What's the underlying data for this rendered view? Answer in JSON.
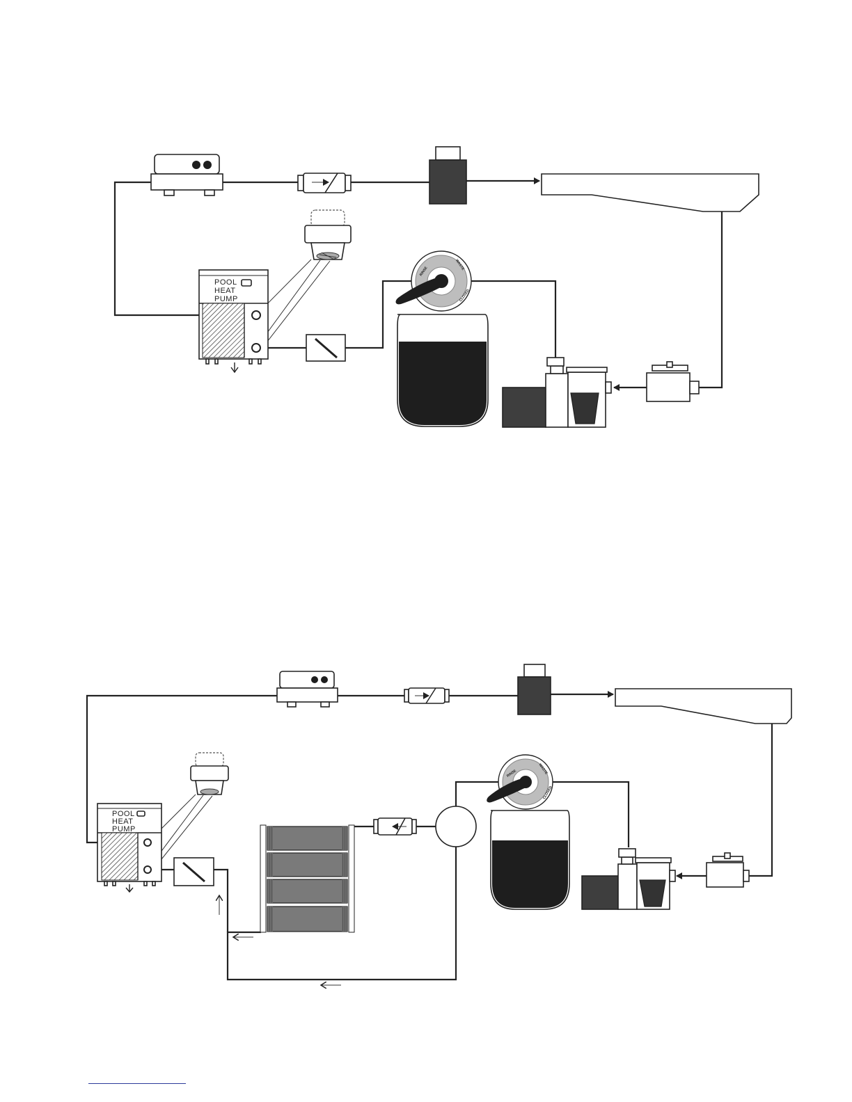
{
  "diagram_top": {
    "heat_pump": {
      "line1": "POOL",
      "line2": "HEAT",
      "line3": "PUMP"
    },
    "multiport_valve": {
      "rinse": "RINSE",
      "waste": "WASTE",
      "closed": "CLOSED"
    }
  },
  "diagram_bottom": {
    "heat_pump": {
      "line1": "POOL",
      "line2": "HEAT",
      "line3": "PUMP"
    },
    "multiport_valve": {
      "rinse": "RINSE",
      "waste": "WASTE",
      "closed": "CLOSED"
    }
  },
  "colors": {
    "line": "#222222",
    "dark_fill": "#3e3e3e",
    "black_fill": "#1e1e1e",
    "panel_fill": "#777777",
    "link": "#2b3a9a"
  }
}
